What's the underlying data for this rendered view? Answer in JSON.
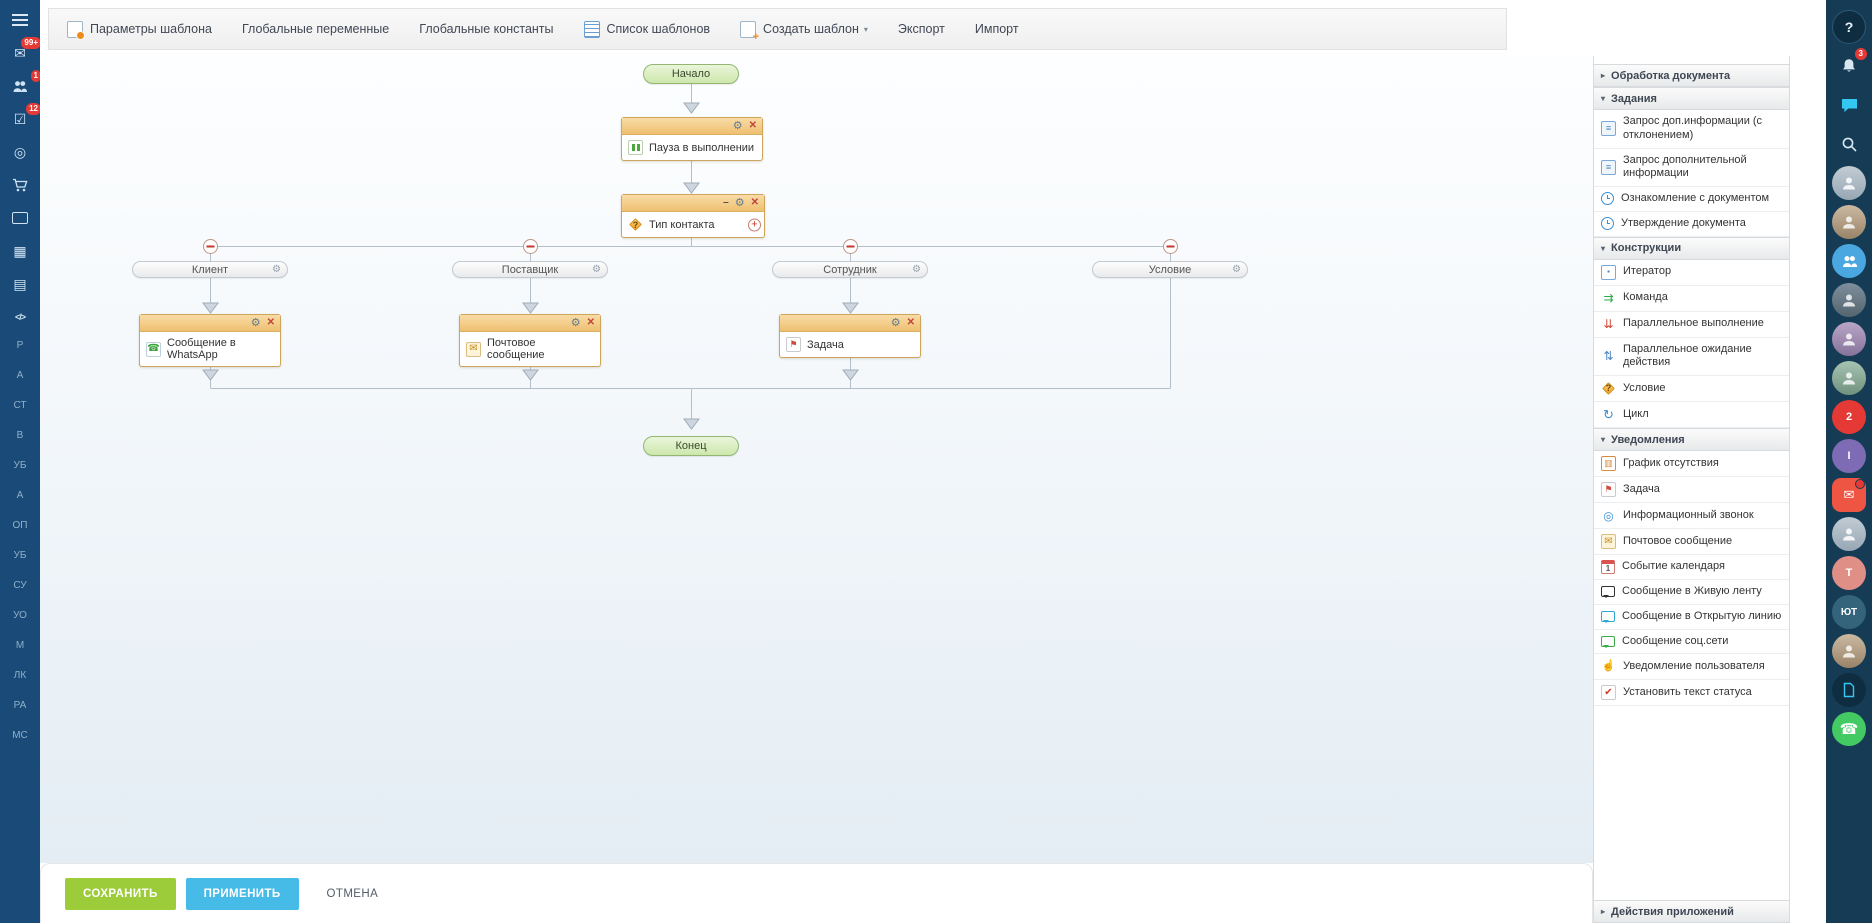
{
  "topbar": {
    "items": [
      {
        "label": "Параметры шаблона",
        "icon": "template-parameters-icon"
      },
      {
        "label": "Глобальные переменные"
      },
      {
        "label": "Глобальные константы"
      },
      {
        "label": "Список шаблонов",
        "icon": "template-list-icon"
      },
      {
        "label": "Создать шаблон",
        "icon": "create-template-icon",
        "has_dropdown": true
      },
      {
        "label": "Экспорт"
      },
      {
        "label": "Импорт"
      }
    ]
  },
  "left_rail": {
    "badges": {
      "messages": "99+",
      "contacts": "1",
      "tasks": "12"
    },
    "shortcuts": [
      "Р",
      "А",
      "СТ",
      "В",
      "УБ",
      "А",
      "ОП",
      "УБ",
      "СУ",
      "УО",
      "М",
      "ЛК",
      "РА",
      "МС"
    ]
  },
  "flowchart": {
    "start_label": "Начало",
    "end_label": "Конец",
    "pause": {
      "label": "Пауза в выполнении",
      "icon": "pause-icon"
    },
    "condition": {
      "label": "Тип контакта",
      "icon": "condition-icon"
    },
    "branches": [
      {
        "title": "Клиент",
        "activity": {
          "label": "Сообщение в WhatsApp",
          "icon": "whatsapp-message-icon"
        }
      },
      {
        "title": "Поставщик",
        "activity": {
          "label": "Почтовое сообщение",
          "icon": "email-icon"
        }
      },
      {
        "title": "Сотрудник",
        "activity": {
          "label": "Задача",
          "icon": "task-icon"
        }
      },
      {
        "title": "Условие",
        "activity": null
      }
    ]
  },
  "palette": {
    "sections": [
      {
        "title": "Обработка документа",
        "collapsed": true,
        "items": []
      },
      {
        "title": "Задания",
        "collapsed": false,
        "items": [
          {
            "label": "Запрос доп.информации (с отклонением)",
            "icon": "request-info-rejection-icon"
          },
          {
            "label": "Запрос дополнительной информации",
            "icon": "request-additional-info-icon"
          },
          {
            "label": "Ознакомление с документом",
            "icon": "document-review-icon"
          },
          {
            "label": "Утверждение документа",
            "icon": "document-approval-icon"
          }
        ]
      },
      {
        "title": "Конструкции",
        "collapsed": false,
        "items": [
          {
            "label": "Итератор",
            "icon": "iterator-icon"
          },
          {
            "label": "Команда",
            "icon": "command-icon"
          },
          {
            "label": "Параллельное выполнение",
            "icon": "parallel-execution-icon"
          },
          {
            "label": "Параллельное ожидание действия",
            "icon": "parallel-wait-icon"
          },
          {
            "label": "Условие",
            "icon": "condition-icon"
          },
          {
            "label": "Цикл",
            "icon": "loop-icon"
          }
        ]
      },
      {
        "title": "Уведомления",
        "collapsed": false,
        "items": [
          {
            "label": "График отсутствия",
            "icon": "absence-chart-icon"
          },
          {
            "label": "Задача",
            "icon": "task-icon"
          },
          {
            "label": "Информационный звонок",
            "icon": "info-call-icon"
          },
          {
            "label": "Почтовое сообщение",
            "icon": "email-icon"
          },
          {
            "label": "Событие календаря",
            "icon": "calendar-event-icon"
          },
          {
            "label": "Сообщение в Живую ленту",
            "icon": "live-feed-message-icon"
          },
          {
            "label": "Сообщение в Открытую линию",
            "icon": "open-line-message-icon"
          },
          {
            "label": "Сообщение соц.сети",
            "icon": "social-message-icon"
          },
          {
            "label": "Уведомление пользователя",
            "icon": "user-notification-icon"
          },
          {
            "label": "Установить текст статуса",
            "icon": "status-text-icon"
          }
        ]
      },
      {
        "title": "Действия приложений",
        "collapsed": true,
        "items": []
      }
    ]
  },
  "footer": {
    "save": "СОХРАНИТЬ",
    "apply": "ПРИМЕНИТЬ",
    "cancel": "ОТМЕНА"
  },
  "right_rail": {
    "notification_count": "3",
    "chat_counter": "2",
    "avatar_letter_1": "І",
    "avatar_letter_2": "T",
    "avatar_initials": "ЮТ"
  },
  "calendar_icon_day": "1",
  "colors": {
    "left_rail": "#1a4a77",
    "right_rail": "#163c55",
    "node_header": "#efc070",
    "terminal_green": "#cde7ac",
    "save_button": "#9dcc3a",
    "apply_button": "#47bbe8",
    "badge_red": "#e53935"
  }
}
